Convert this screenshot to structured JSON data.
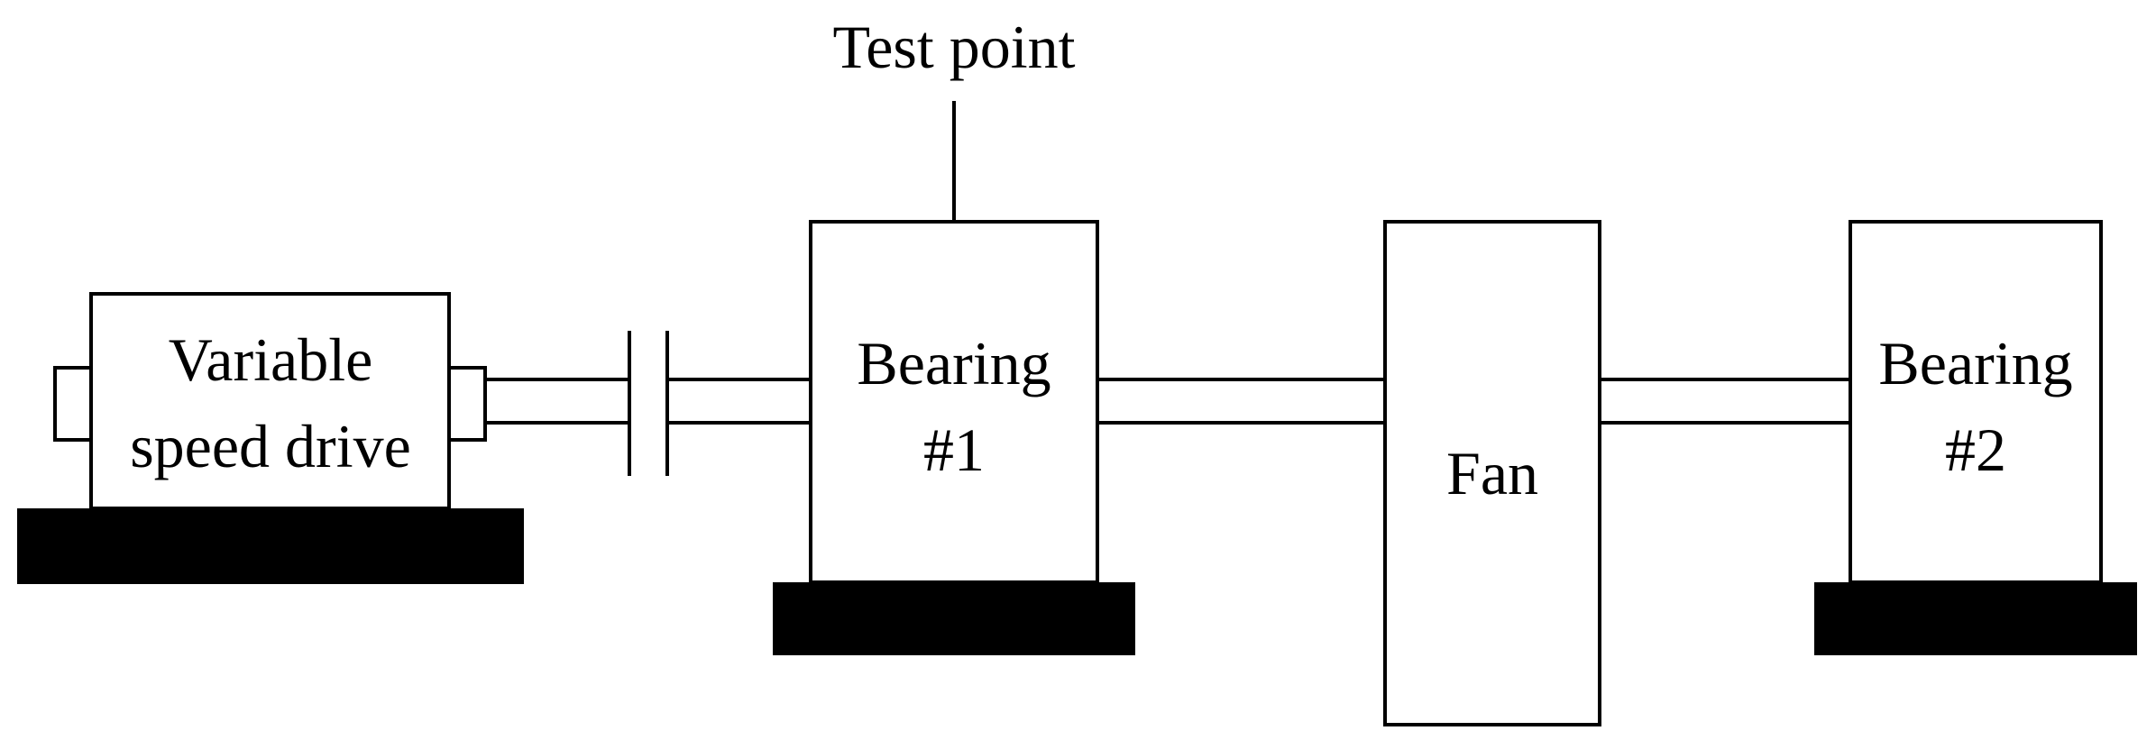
{
  "diagram": {
    "test_point_label": "Test point",
    "drive": {
      "line1": "Variable",
      "line2": "speed drive"
    },
    "bearing1": {
      "line1": "Bearing",
      "line2": "#1"
    },
    "fan": {
      "label": "Fan"
    },
    "bearing2": {
      "line1": "Bearing",
      "line2": "#2"
    }
  },
  "colors": {
    "stroke": "#000000",
    "background": "#ffffff"
  }
}
